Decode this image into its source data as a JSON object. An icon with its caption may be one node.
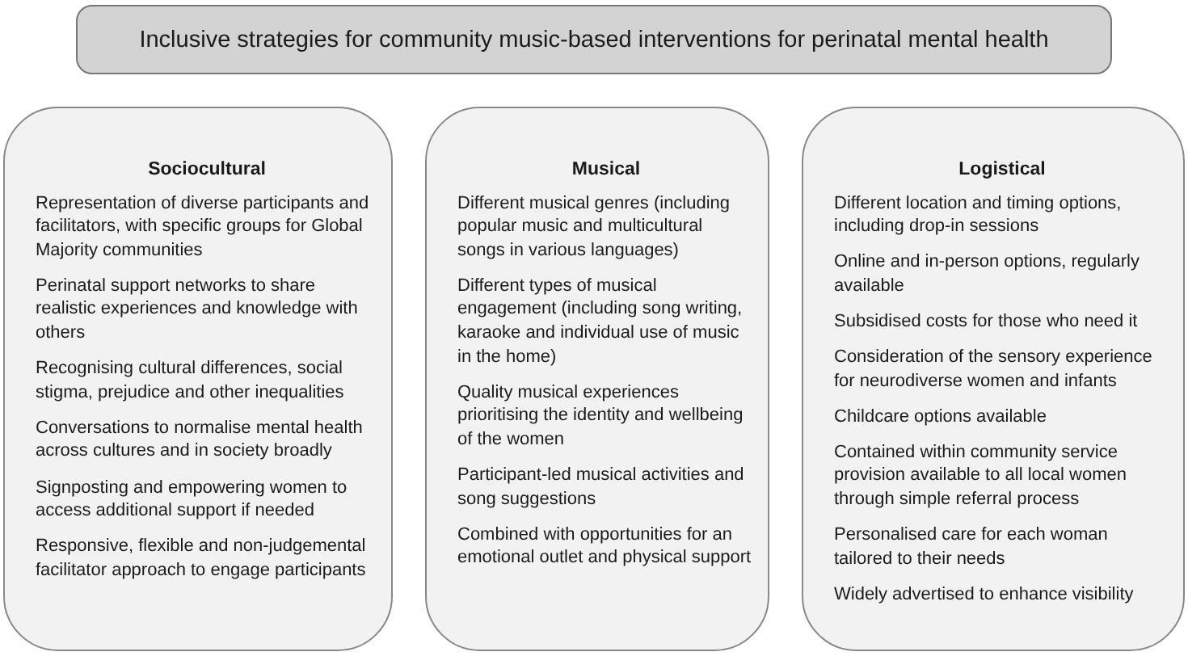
{
  "diagram": {
    "nodes": [
      {
        "text": [
          "Inclusive strategies for community music-based interventions for perinatal mental health"
        ]
      },
      {
        "text": [
          "Sociocultural",
          "Representation of diverse participants and facilitators, with specific groups for Global Majority communities",
          "Perinatal support networks to share realistic experiences and knowledge with others",
          "Recognising cultural differences, social stigma, prejudice and other inequalities",
          "Conversations to normalise mental health across cultures and in society broadly",
          "Signposting and empowering women to access additional support if needed",
          "Responsive, flexible and non-judgemental facilitator approach to engage participants"
        ]
      },
      {
        "text": [
          "Musical",
          "Different musical genres (including popular music and multicultural songs in various languages)",
          "Different types of musical engagement (including song writing, karaoke and individual use of music in the home)",
          "Quality musical experiences prioritising the identity and wellbeing of the women",
          "Participant-led musical activities and song suggestions",
          "Combined with opportunities for an emotional outlet and physical support"
        ]
      },
      {
        "text": [
          "Logistical",
          "Different location and timing options, including drop-in sessions",
          "Online and in-person options, regularly available",
          "Subsidised costs for those who need it",
          "Consideration of the sensory experience for neurodiverse women and infants",
          "Childcare options available",
          "Contained within community service provision available to all local women through simple referral process",
          "Personalised care for each woman tailored to their needs",
          "Widely advertised to enhance visibility"
        ]
      }
    ]
  }
}
